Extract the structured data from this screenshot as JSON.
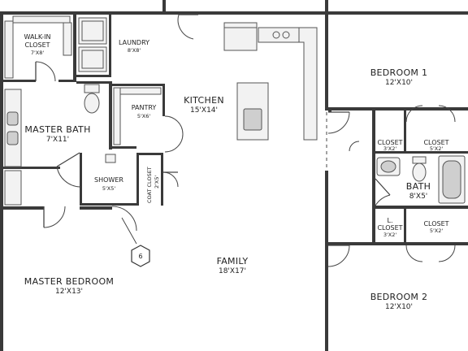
{
  "rooms": {
    "walk_in_closet": {
      "name": "WALK-IN",
      "name2": "CLOSET",
      "dim": "7'X8'"
    },
    "laundry": {
      "name": "LAUNDRY",
      "dim": "8'X8'"
    },
    "kitchen": {
      "name": "KITCHEN",
      "dim": "15'X14'"
    },
    "pantry": {
      "name": "PANTRY",
      "dim": "5'X6'"
    },
    "master_bath": {
      "name": "MASTER BATH",
      "dim": "7'X11'"
    },
    "shower": {
      "name": "SHOWER",
      "dim": "5'X5'"
    },
    "coat_closet": {
      "name": "COAT CLOSET",
      "dim": "2'X5'"
    },
    "family": {
      "name": "FAMILY",
      "dim": "18'X17'"
    },
    "master_bedroom": {
      "name": "MASTER BEDROOM",
      "dim": "12'X13'"
    },
    "bedroom1": {
      "name": "BEDROOM 1",
      "dim": "12'X10'"
    },
    "closet_a": {
      "name": "CLOSET",
      "dim": "3'X2'"
    },
    "closet_b": {
      "name": "CLOSET",
      "dim": "5'X2'"
    },
    "bath": {
      "name": "BATH",
      "dim": "8'X5'"
    },
    "linen_closet": {
      "name": "L.",
      "name2": "CLOSET",
      "dim": "3'X2'"
    },
    "closet_c": {
      "name": "CLOSET",
      "dim": "5'X2'"
    },
    "bedroom2": {
      "name": "BEDROOM 2",
      "dim": "12'X10'"
    }
  },
  "tags": {
    "column_tag": "6"
  },
  "colors": {
    "wall": "#3a3a3a",
    "fixture": "#f2f2f2",
    "background": "#ffffff"
  }
}
